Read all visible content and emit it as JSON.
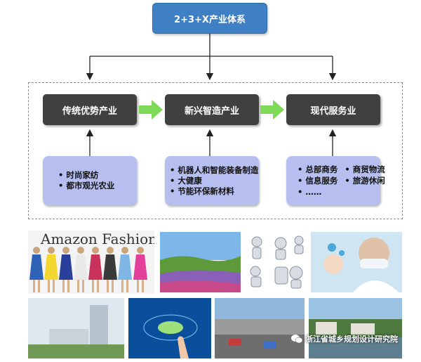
{
  "title": "2+3+X产业体系",
  "industries": [
    {
      "name": "传统优势产业",
      "items": [
        "时尚家纺",
        "都市观光农业"
      ]
    },
    {
      "name": "新兴智造产业",
      "items": [
        "机器人和智能装备制造",
        "大健康",
        "节能环保新材料"
      ]
    },
    {
      "name": "现代服务业",
      "items": [
        "总部商务",
        "商贸物流",
        "信息服务",
        "旅游休闲",
        "……"
      ]
    }
  ],
  "photos": {
    "fashion_brand": "Amazon Fashion",
    "watermark": "浙江省城乡规划设计研究院"
  },
  "colors": {
    "title_box": "#3f7fc4",
    "industry_box": "#404040",
    "detail_box": "#b6bff0",
    "flow_arrow": "#7ed957"
  }
}
